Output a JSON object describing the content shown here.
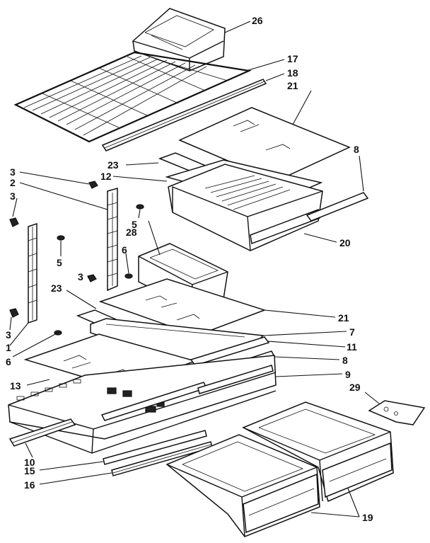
{
  "labels": {
    "l26": "26",
    "l17": "17",
    "l18": "18",
    "l21a": "21",
    "l8a": "8",
    "l23a": "23",
    "l12": "12",
    "l3a": "3",
    "l2": "2",
    "l3b": "3",
    "l5a": "5",
    "l28": "28",
    "l20": "20",
    "l5b": "5",
    "l6a": "6",
    "l3c": "3",
    "l23b": "23",
    "l21b": "21",
    "l3d": "3",
    "l7": "7",
    "l1": "1",
    "l11": "11",
    "l6b": "6",
    "l8b": "8",
    "l13": "13",
    "l9": "9",
    "l29": "29",
    "l10": "10",
    "l15": "15",
    "l16": "16",
    "l19": "19"
  }
}
